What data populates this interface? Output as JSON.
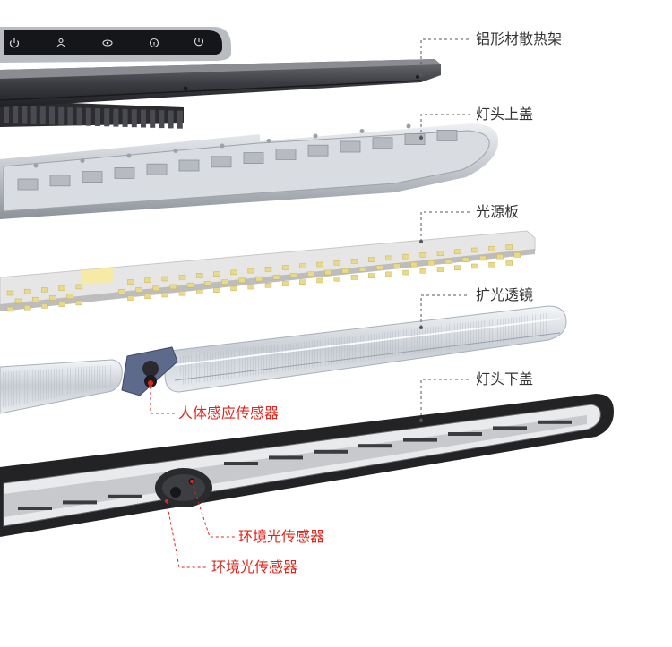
{
  "colors": {
    "label_text": "#333333",
    "callout_red": "#e2231a",
    "leader_dark": "#555555",
    "heatsink": "#3b3b3f",
    "top_cover": "#c9ccd1",
    "led_board": "#e4e4e4",
    "led_chip": "#e9d98a",
    "diffuser": "#d8dde2",
    "bottom_cover": "#2a2a2a"
  },
  "labels": {
    "heatsink": "铝形材散热架",
    "top_cover": "灯头上盖",
    "light_board": "光源板",
    "diffuser": "扩光透镜",
    "bottom_cover": "灯头下盖",
    "pir_sensor": "人体感应传感器",
    "ambient_sensor_1": "环境光传感器",
    "ambient_sensor_2": "环境光传感器"
  },
  "icons": [
    "power-icon",
    "person-icon",
    "eye-icon",
    "info-icon",
    "timer-icon"
  ]
}
